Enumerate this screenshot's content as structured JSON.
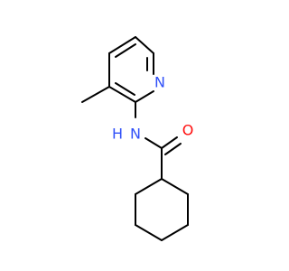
{
  "colors": {
    "background": "#ffffff",
    "bond": "#000000",
    "nitrogen": "#3050f8",
    "oxygen": "#ff0d0d",
    "hydrogen_on_n": "#3050f8"
  },
  "atoms": {
    "pyridine_n": {
      "label": "N"
    },
    "amide_nh": {
      "label": "N",
      "h_label": "H"
    },
    "carbonyl_o": {
      "label": "O"
    }
  }
}
